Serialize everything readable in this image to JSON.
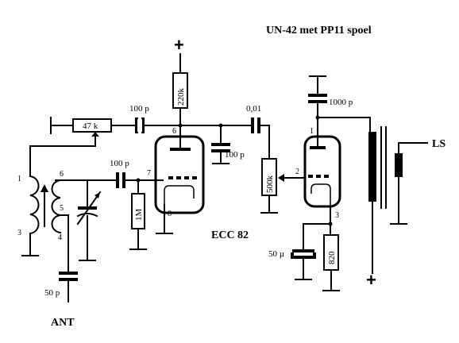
{
  "title": "UN-42 met PP11 spoel",
  "tube_name": "ECC 82",
  "antenna_label": "ANT",
  "speaker_label": "LS",
  "supply_top_symbol": "+",
  "supply_bottom_symbol": "+",
  "components": {
    "r_plate": "220k",
    "r_feedback": "47 k",
    "r_grid": "1M",
    "r_volume": "500k",
    "r_cathode": "820",
    "c_feedback": "100 p",
    "c_grid": "100 p",
    "c_plate_gnd": "100 p",
    "c_coupling": "0,01",
    "c_output": "1000 p",
    "c_cathode": "50 µ",
    "c_antenna": "50 p"
  },
  "pins": {
    "coil_1": "1",
    "coil_3": "3",
    "coil_4": "4",
    "coil_5": "5",
    "coil_6": "6",
    "tube1_plate": "6",
    "tube1_grid": "7",
    "tube1_cathode": "8",
    "tube2_plate": "1",
    "tube2_grid": "2",
    "tube2_cathode": "3"
  }
}
